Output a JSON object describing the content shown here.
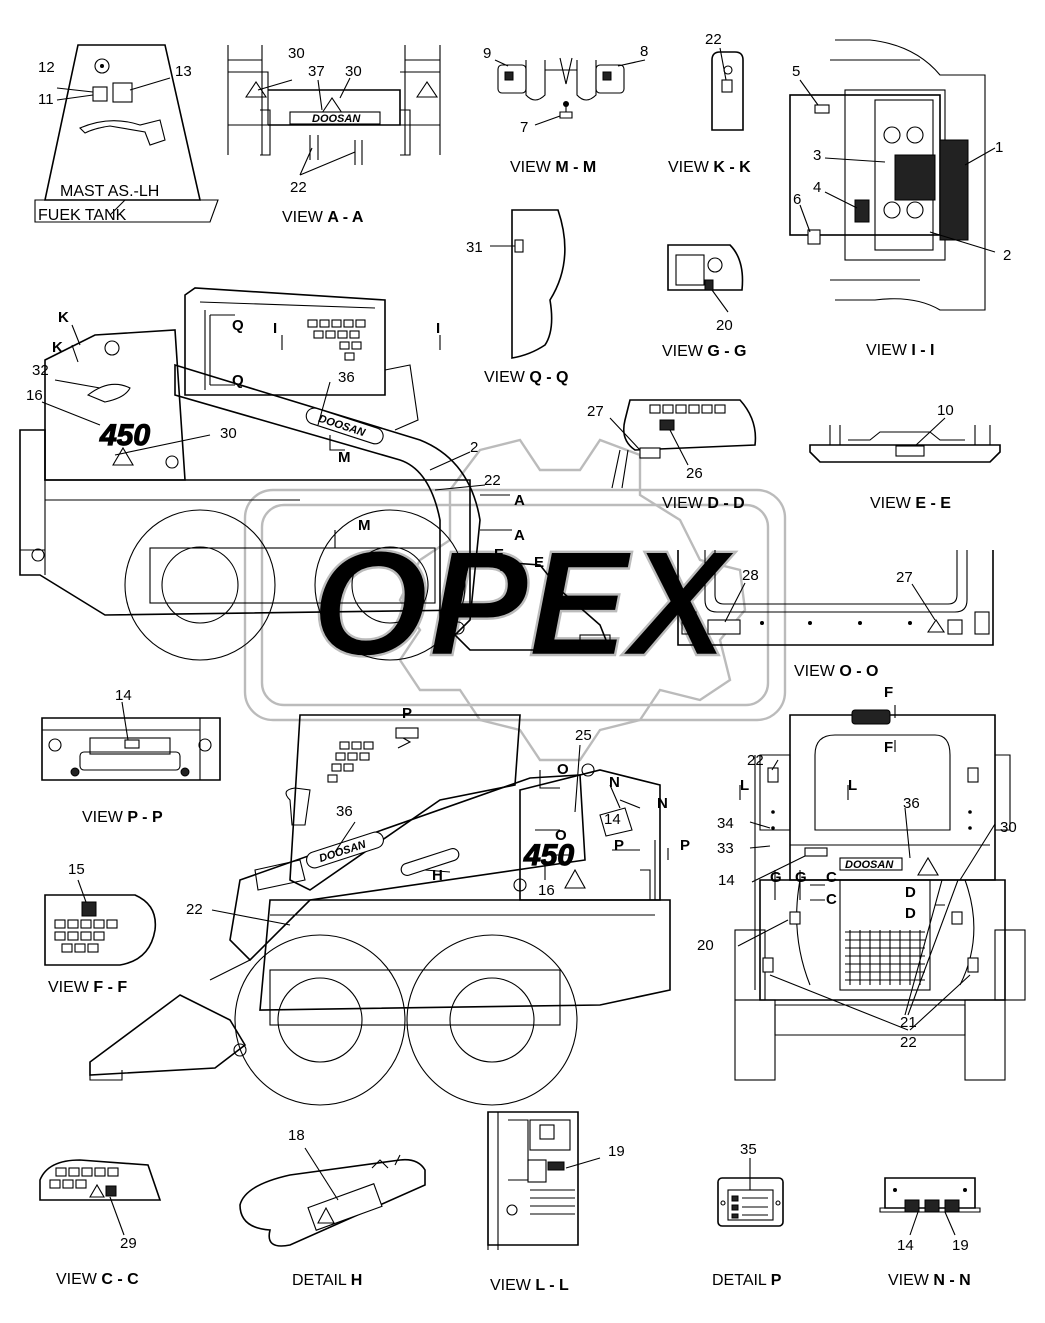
{
  "watermark": {
    "text": "OPEX",
    "color": "#bbbbbb"
  },
  "brand": {
    "logo_text": "DOOSAN",
    "model_badge": "450"
  },
  "view_labels": [
    {
      "prefix": "VIEW",
      "id": "A - A"
    },
    {
      "prefix": "VIEW",
      "id": "M - M"
    },
    {
      "prefix": "VIEW",
      "id": "K - K"
    },
    {
      "prefix": "VIEW",
      "id": "Q - Q"
    },
    {
      "prefix": "VIEW",
      "id": "G - G"
    },
    {
      "prefix": "VIEW",
      "id": "I - I"
    },
    {
      "prefix": "VIEW",
      "id": "D - D"
    },
    {
      "prefix": "VIEW",
      "id": "E - E"
    },
    {
      "prefix": "VIEW",
      "id": "O - O"
    },
    {
      "prefix": "VIEW",
      "id": "P - P"
    },
    {
      "prefix": "VIEW",
      "id": "F - F"
    },
    {
      "prefix": "VIEW",
      "id": "C - C"
    },
    {
      "prefix": "DETAIL",
      "id": "H"
    },
    {
      "prefix": "VIEW",
      "id": "L - L"
    },
    {
      "prefix": "DETAIL",
      "id": "P"
    },
    {
      "prefix": "VIEW",
      "id": "N - N"
    }
  ],
  "notes": {
    "mast": "MAST AS.-LH",
    "tank": "FUEK TANK"
  },
  "callouts": [
    "12",
    "13",
    "11",
    "30",
    "37",
    "30",
    "22",
    "9",
    "8",
    "7",
    "22",
    "5",
    "1",
    "3",
    "4",
    "6",
    "2",
    "31",
    "20",
    "K",
    "K",
    "Q",
    "Q",
    "I",
    "I",
    "32",
    "16",
    "36",
    "30",
    "M",
    "2",
    "22",
    "A",
    "A",
    "M",
    "E",
    "E",
    "27",
    "26",
    "10",
    "28",
    "27",
    "14",
    "P",
    "25",
    "O",
    "14",
    "N",
    "N",
    "O",
    "P",
    "P",
    "36",
    "H",
    "16",
    "15",
    "22",
    "F",
    "F",
    "L",
    "L",
    "22",
    "36",
    "30",
    "34",
    "33",
    "14",
    "G",
    "G",
    "C",
    "C",
    "D",
    "D",
    "20",
    "21",
    "22",
    "18",
    "19",
    "35",
    "29",
    "14",
    "19"
  ]
}
